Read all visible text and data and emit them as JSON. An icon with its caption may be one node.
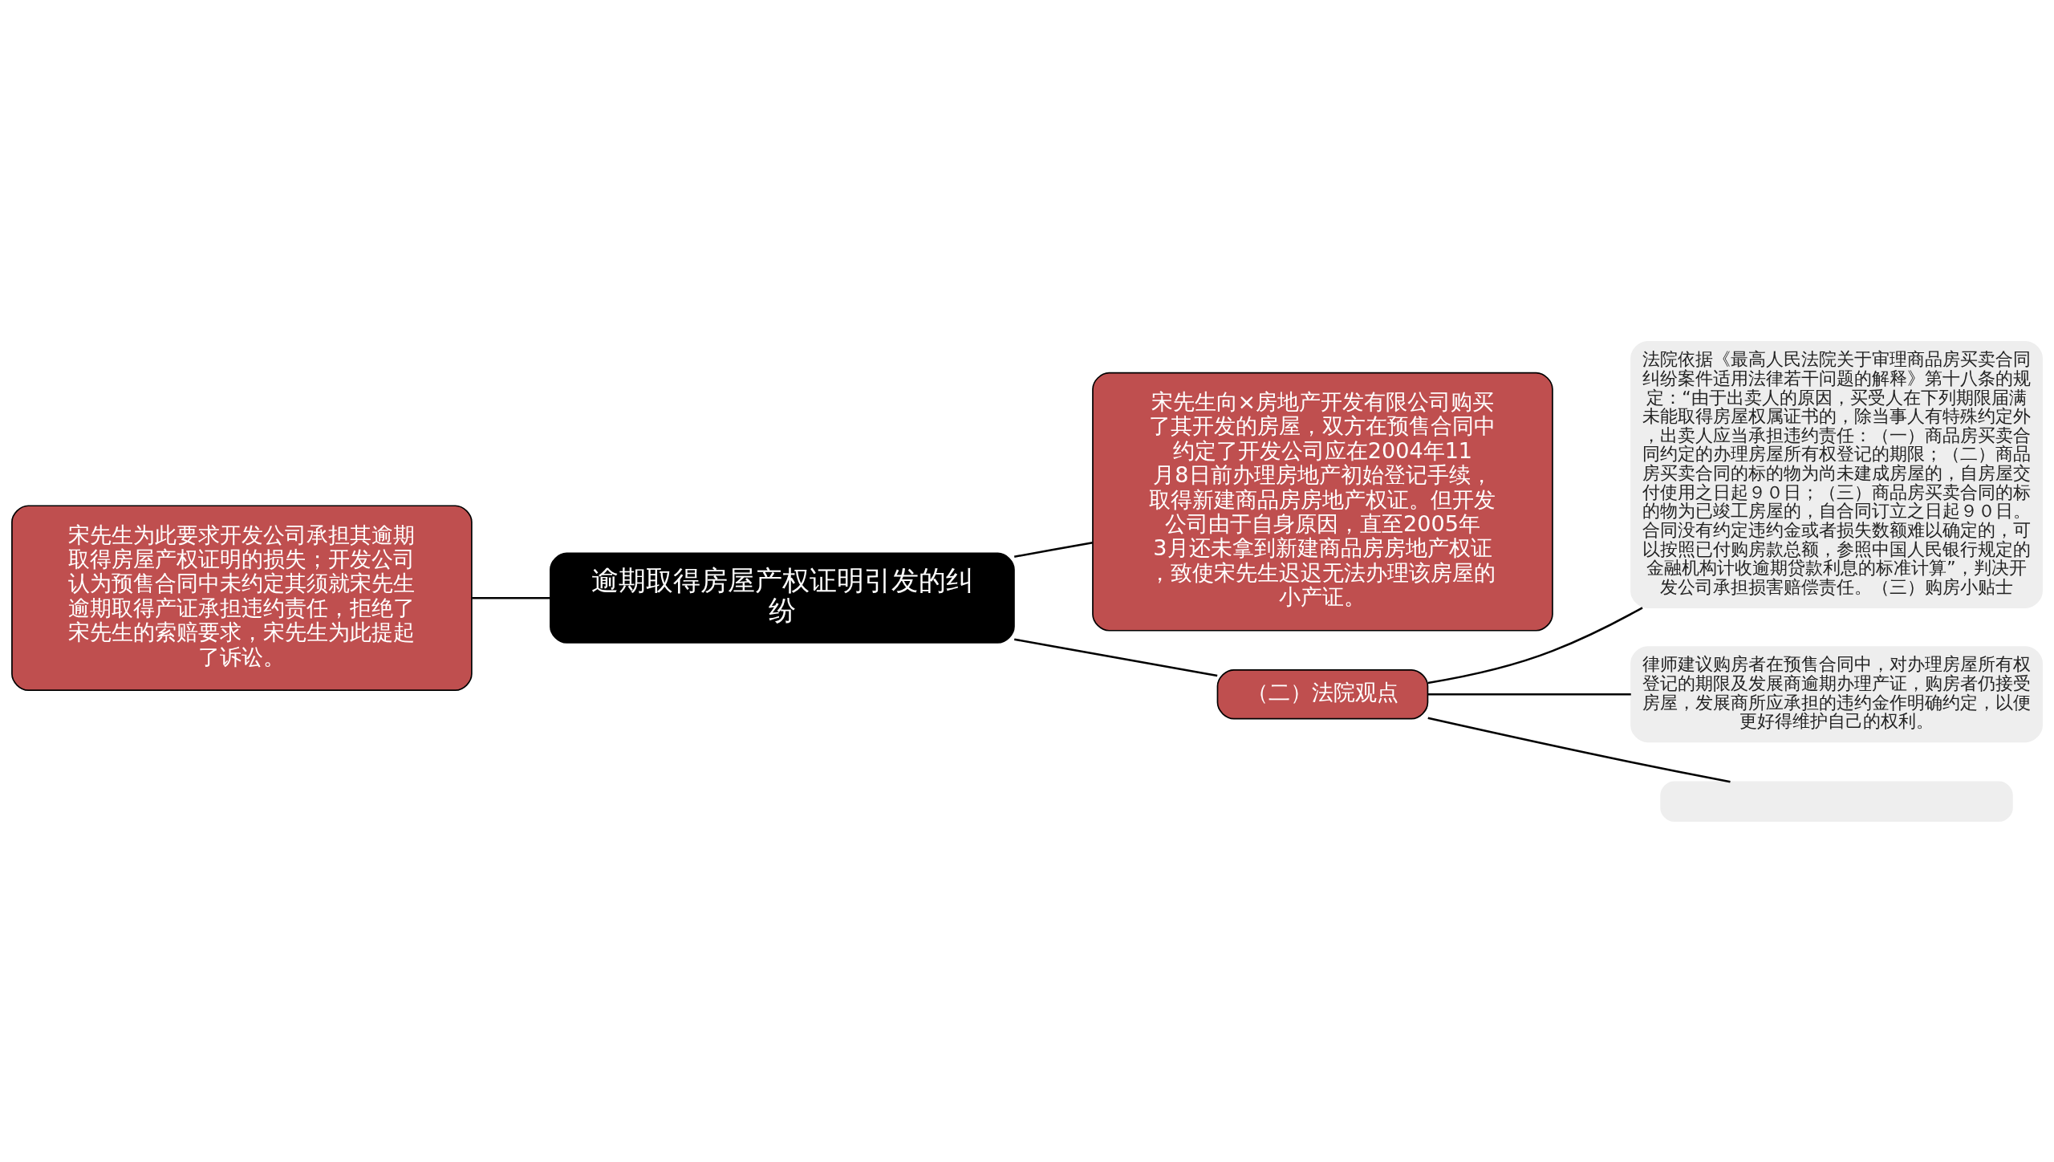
{
  "diagram": {
    "nodes": [
      {
        "text": [
          "逾期取得房屋产权证明引发的纠纷"
        ]
      },
      {
        "text": [
          "宋先生向×房地产开发有限公司购买了其开发的房屋，双方在预售合同中约定了开发公司应在2004年11月8日前办理房地产初始登记手续，取得新建商品房房地产权证。但开发公司由于自身原因，直至2005年3月还未拿到新建商品房房地产权证，致使宋先生迟迟无法办理该房屋的小产证。"
        ]
      },
      {
        "text": [
          "宋先生为此要求开发公司承担其逾期取得房屋产权证明的损失；开发公司认为预售合同中未约定其须就宋先生逾期取得产证承担违约责任，拒绝了宋先生的索赔要求，宋先生为此提起了诉讼。"
        ]
      },
      {
        "text": [
          "（二）法院观点"
        ]
      },
      {
        "text": [
          "法院依据《最高人民法院关于审理商品房买卖合同纠纷案件适用法律若干问题的解释》第十八条的规定：“由于出卖人的原因，买受人在下列期限届满未能取得房屋权属证书的，除当事人有特殊约定外，出卖人应当承担违约责任：（一）商品房买卖合同约定的办理房屋所有权登记的期限；（二）商品房买卖合同的标的物为尚未建成房屋的，自房屋交付使用之日起９０日；（三）商品房买卖合同的标的物为已竣工房屋的，自合同订立之日起９０日。合同没有约定违约金或者损失数额难以确定的，可以按照已付购房款总额，参照中国人民银行规定的金融机构计收逾期贷款利息的标准计算”，判决开发公司承担损害赔偿责任。（三）购房小贴士"
        ]
      },
      {
        "text": [
          "律师建议购房者在预售合同中，对办理房屋所有权登记的期限及发展商逾期办理产证，购房者仍接受房屋，发展商所应承担的违约金作明确约定，以便更好得维护自己的权利。"
        ]
      },
      {
        "text": [],
        "shape": "box"
      }
    ],
    "edges": [
      {
        "from": 0,
        "to": 1,
        "arrow": "none"
      },
      {
        "from": 0,
        "to": 2,
        "arrow": "none"
      },
      {
        "from": 0,
        "to": 3,
        "arrow": "none"
      },
      {
        "from": 3,
        "to": 4,
        "arrow": "none"
      },
      {
        "from": 3,
        "to": 5,
        "arrow": "none"
      },
      {
        "from": 3,
        "to": 6,
        "arrow": "none"
      }
    ]
  }
}
